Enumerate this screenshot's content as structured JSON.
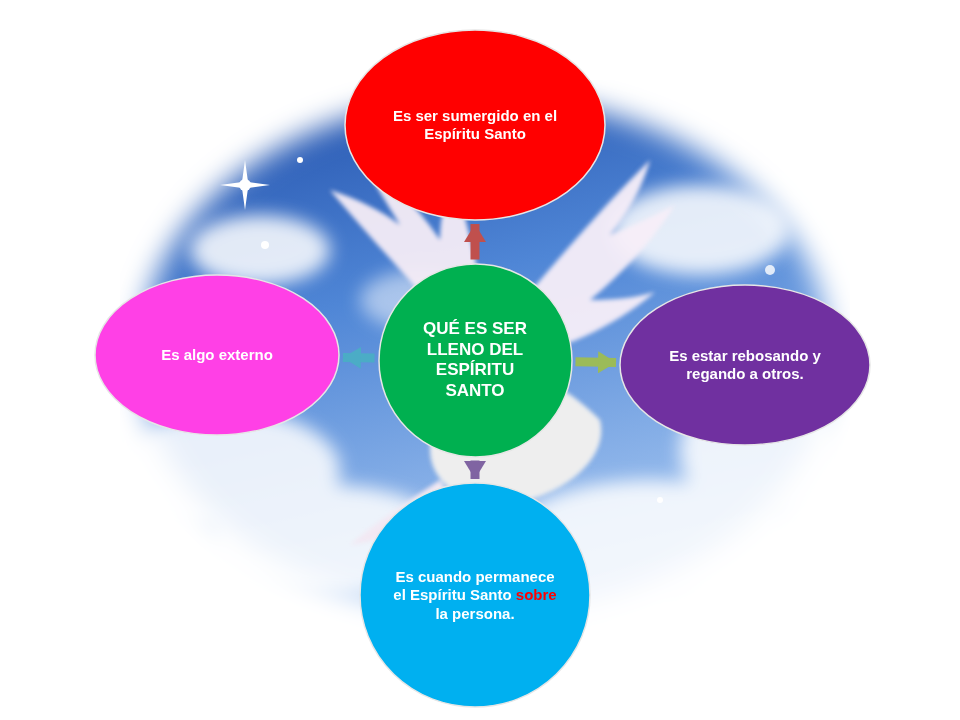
{
  "diagram": {
    "nodes": [
      {
        "text": [
          "QUÉ ES SER LLENO DEL ESPÍRITU SANTO"
        ]
      },
      {
        "text": [
          "Es ser sumergido en el Espíritu Santo"
        ]
      },
      {
        "text": [
          "Es estar rebosando y regando a otros."
        ]
      },
      {
        "text": [
          "Es cuando permanece el Espíritu Santo sobre la persona."
        ]
      },
      {
        "text": [
          "Es algo externo"
        ]
      }
    ],
    "edges": [
      {
        "from": 0,
        "to": 1,
        "arrow": "to"
      },
      {
        "from": 0,
        "to": 2,
        "arrow": "to"
      },
      {
        "from": 0,
        "to": 3,
        "arrow": "to"
      },
      {
        "from": 0,
        "to": 4,
        "arrow": "to"
      }
    ]
  }
}
